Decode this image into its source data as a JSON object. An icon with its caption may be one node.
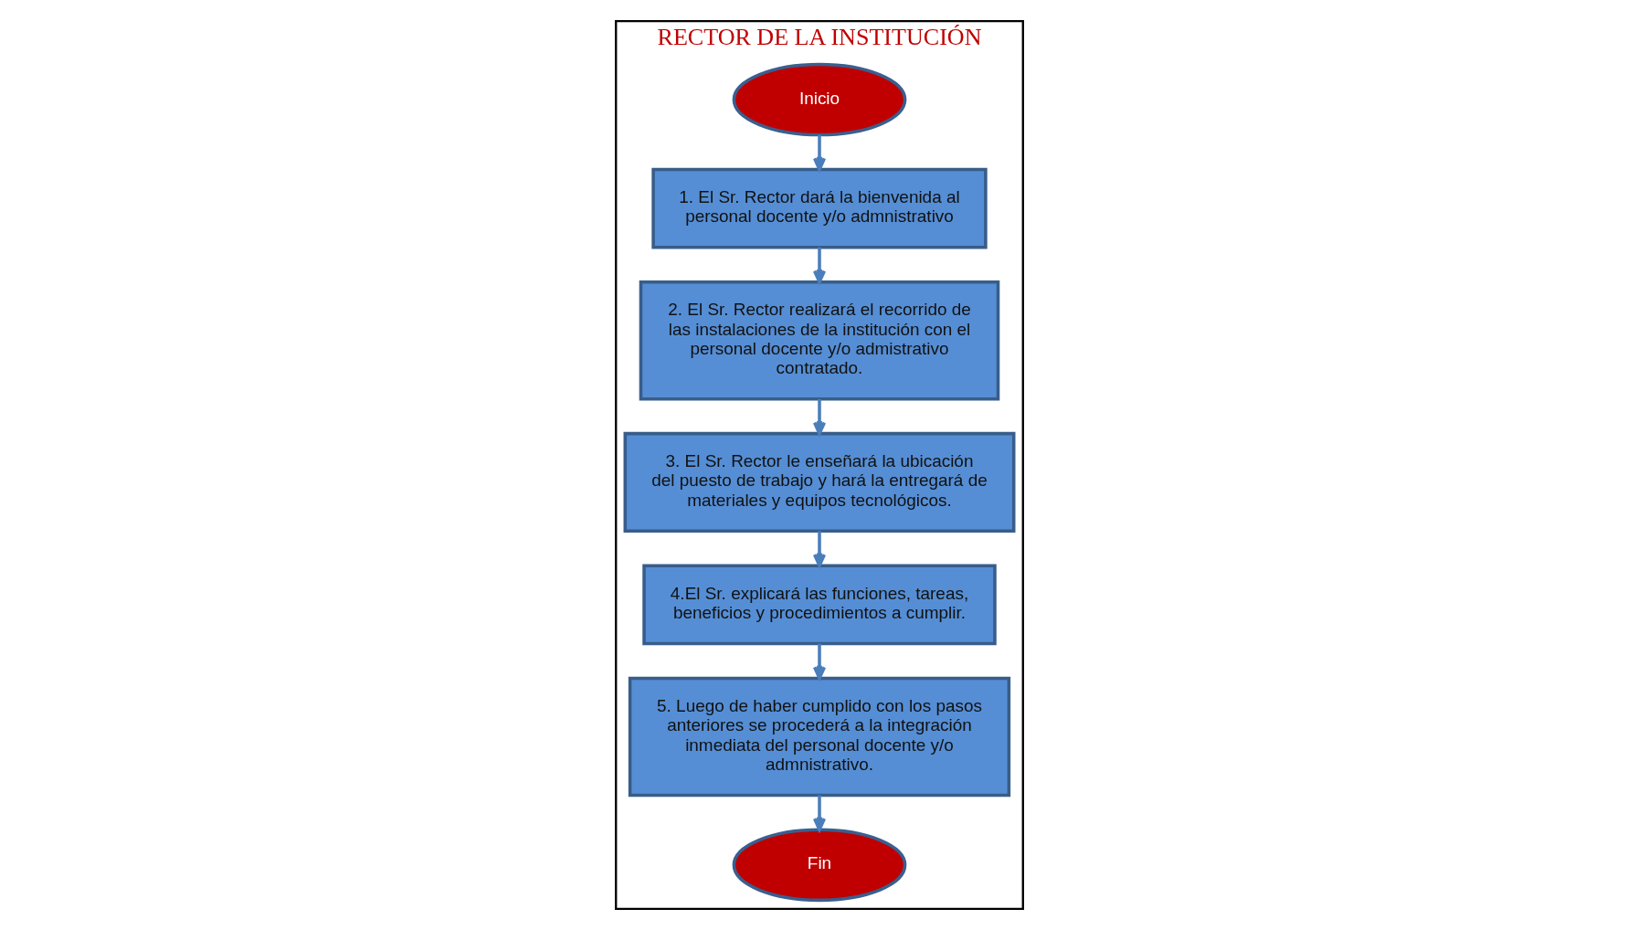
{
  "diagram": {
    "nodes": [
      {
        "text": [
          "RECTOR DE LA INSTITUCIÓN"
        ]
      },
      {
        "text": [
          "Inicio"
        ],
        "in": 0
      },
      {
        "text": [
          "1. El Sr. Rector dará la bienvenida al personal docente y/o admnistrativo"
        ],
        "in": 0
      },
      {
        "text": [
          "2. El Sr. Rector realizará el recorrido de las instalaciones de la institución con el personal docente y/o admistrativo contratado."
        ],
        "in": 0
      },
      {
        "text": [
          "3. El Sr. Rector le enseñará la ubicación del puesto de trabajo y hará la entregará de materiales y equipos tecnológicos."
        ],
        "in": 0
      },
      {
        "text": [
          "4.El Sr. explicará las funciones, tareas, beneficios y procedimientos a cumplir."
        ],
        "in": 0
      },
      {
        "text": [
          "5. Luego de haber cumplido con los pasos anteriores se procederá a la integración inmediata del personal docente y/o admnistrativo."
        ],
        "in": 0
      },
      {
        "text": [
          "Fin"
        ],
        "in": 0
      }
    ],
    "edges": [
      {
        "from": 1,
        "to": 2,
        "arrow": "to"
      },
      {
        "from": 2,
        "to": 3,
        "arrow": "to"
      },
      {
        "from": 3,
        "to": 4,
        "arrow": "to"
      },
      {
        "from": 4,
        "to": 5,
        "arrow": "to"
      },
      {
        "from": 5,
        "to": 6,
        "arrow": "to"
      },
      {
        "from": 6,
        "to": 7,
        "arrow": "to"
      }
    ]
  }
}
